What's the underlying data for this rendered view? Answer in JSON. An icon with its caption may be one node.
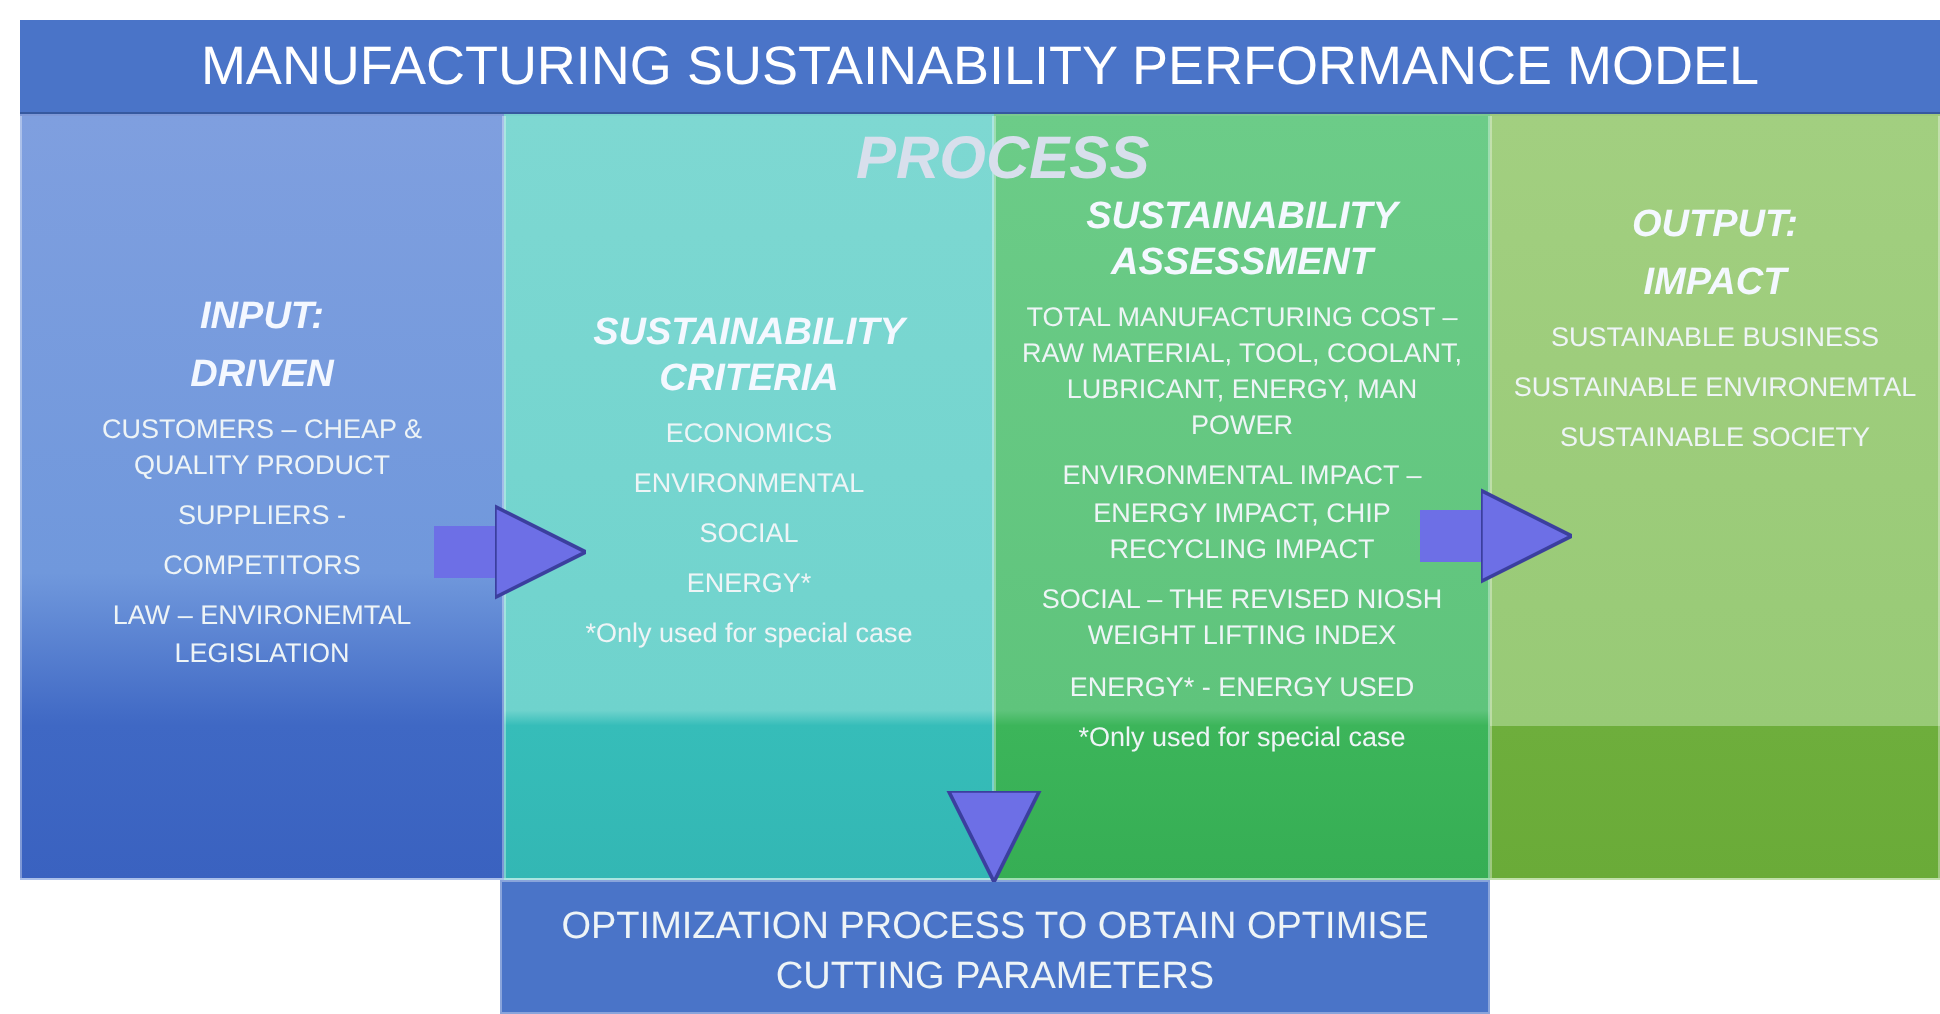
{
  "diagram": {
    "title": "MANUFACTURING SUSTAINABILITY PERFORMANCE MODEL",
    "nodes": [
      {
        "text": [
          "INPUT:",
          "DRIVEN",
          "CUSTOMERS – CHEAP & QUALITY PRODUCT",
          "SUPPLIERS -",
          "COMPETITORS",
          "LAW – ENVIRONEMTAL LEGISLATION"
        ]
      },
      {
        "text": [
          "SUSTAINABILITY CRITERIA",
          "ECONOMICS",
          "ENVIRONMENTAL",
          "SOCIAL",
          "ENERGY*",
          "*Only used for special case"
        ]
      },
      {
        "text": [
          "SUSTAINABILITY ASSESSMENT",
          "TOTAL MANUFACTURING COST – RAW MATERIAL, TOOL, COOLANT, LUBRICANT, ENERGY, MAN POWER",
          "ENVIRONMENTAL IMPACT – ENERGY IMPACT, CHIP RECYCLING IMPACT",
          "SOCIAL – THE REVISED NIOSH WEIGHT LIFTING INDEX",
          "ENERGY* - ENERGY USED",
          "*Only used for special case"
        ]
      },
      {
        "text": [
          "OUTPUT:",
          "IMPACT",
          "SUSTAINABLE BUSINESS",
          "SUSTAINABLE ENVIRONEMTAL",
          "SUSTAINABLE SOCIETY"
        ]
      },
      {
        "text": [
          "OPTIMIZATION PROCESS TO OBTAIN OPTIMISE CUTTING PARAMETERS"
        ]
      }
    ],
    "edges": [
      {
        "from": 0,
        "to": 1,
        "arrow": "to"
      },
      {
        "from": 2,
        "to": 3,
        "arrow": "to"
      },
      {
        "from": 2,
        "to": 4,
        "arrow": "to"
      }
    ],
    "labels": [
      "PROCESS"
    ]
  }
}
